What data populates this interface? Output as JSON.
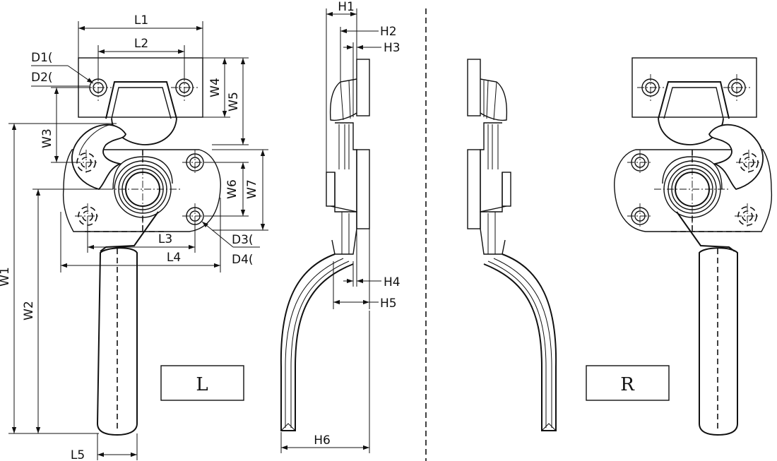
{
  "labels": {
    "L1": "L1",
    "L2": "L2",
    "L3": "L3",
    "L4": "L4",
    "L5": "L5",
    "W1": "W1",
    "W2": "W2",
    "W3": "W3",
    "W4": "W4",
    "W5": "W5",
    "W6": "W6",
    "W7": "W7",
    "H1": "H1",
    "H2": "H2",
    "H3": "H3",
    "H4": "H4",
    "H5": "H5",
    "H6": "H6",
    "D1": "D1(",
    "D2": "D2(",
    "D3": "D3(",
    "D4": "D4("
  },
  "views": {
    "left": "L",
    "right": "R"
  }
}
